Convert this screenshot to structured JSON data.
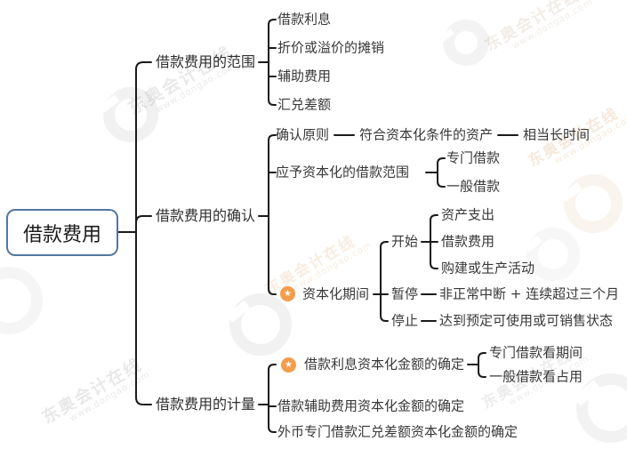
{
  "watermark": {
    "brand": "东奥会计在线",
    "url": "www.dongao.com"
  },
  "icons": {
    "star": "★"
  },
  "colors": {
    "line": "#1a1a1a",
    "root_border": "#53779F",
    "star_badge": "#F39C4B",
    "text": "#383838"
  },
  "root": {
    "label": "借款费用"
  },
  "branches": [
    {
      "label": "借款费用的范围",
      "children": [
        {
          "label": "借款利息"
        },
        {
          "label": "折价或溢价的摊销"
        },
        {
          "label": "辅助费用"
        },
        {
          "label": "汇兑差额"
        }
      ]
    },
    {
      "label": "借款费用的确认",
      "children": [
        {
          "label": "确认原则",
          "chain": [
            "符合资本化条件的资产",
            "相当长时间"
          ]
        },
        {
          "label": "应予资本化的借款范围",
          "children": [
            {
              "label": "专门借款"
            },
            {
              "label": "一般借款"
            }
          ]
        },
        {
          "label": "资本化期间",
          "starred": true,
          "children": [
            {
              "label": "开始",
              "children": [
                {
                  "label": "资产支出"
                },
                {
                  "label": "借款费用"
                },
                {
                  "label": "购建或生产活动"
                }
              ]
            },
            {
              "label": "暂停",
              "chain": [
                "非正常中断 + 连续超过三个月"
              ]
            },
            {
              "label": "停止",
              "chain": [
                "达到预定可使用或可销售状态"
              ]
            }
          ]
        }
      ]
    },
    {
      "label": "借款费用的计量",
      "children": [
        {
          "label": "借款利息资本化金额的确定",
          "starred": true,
          "children": [
            {
              "label": "专门借款看期间"
            },
            {
              "label": "一般借款看占用"
            }
          ]
        },
        {
          "label": "借款辅助费用资本化金额的确定"
        },
        {
          "label": "外币专门借款汇兑差额资本化金额的确定"
        }
      ]
    }
  ]
}
